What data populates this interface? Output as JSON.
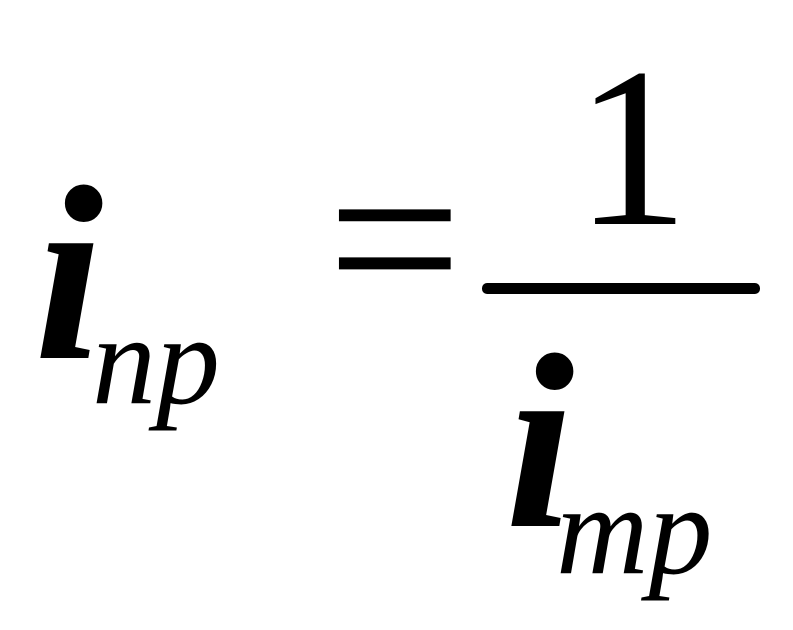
{
  "formula": {
    "lhs": {
      "base": "i",
      "subscript": "np"
    },
    "operator": "=",
    "rhs": {
      "numerator": "1",
      "denominator": {
        "base": "i",
        "subscript": "mp"
      }
    }
  },
  "colors": {
    "text": "#000000",
    "background": "#ffffff"
  }
}
